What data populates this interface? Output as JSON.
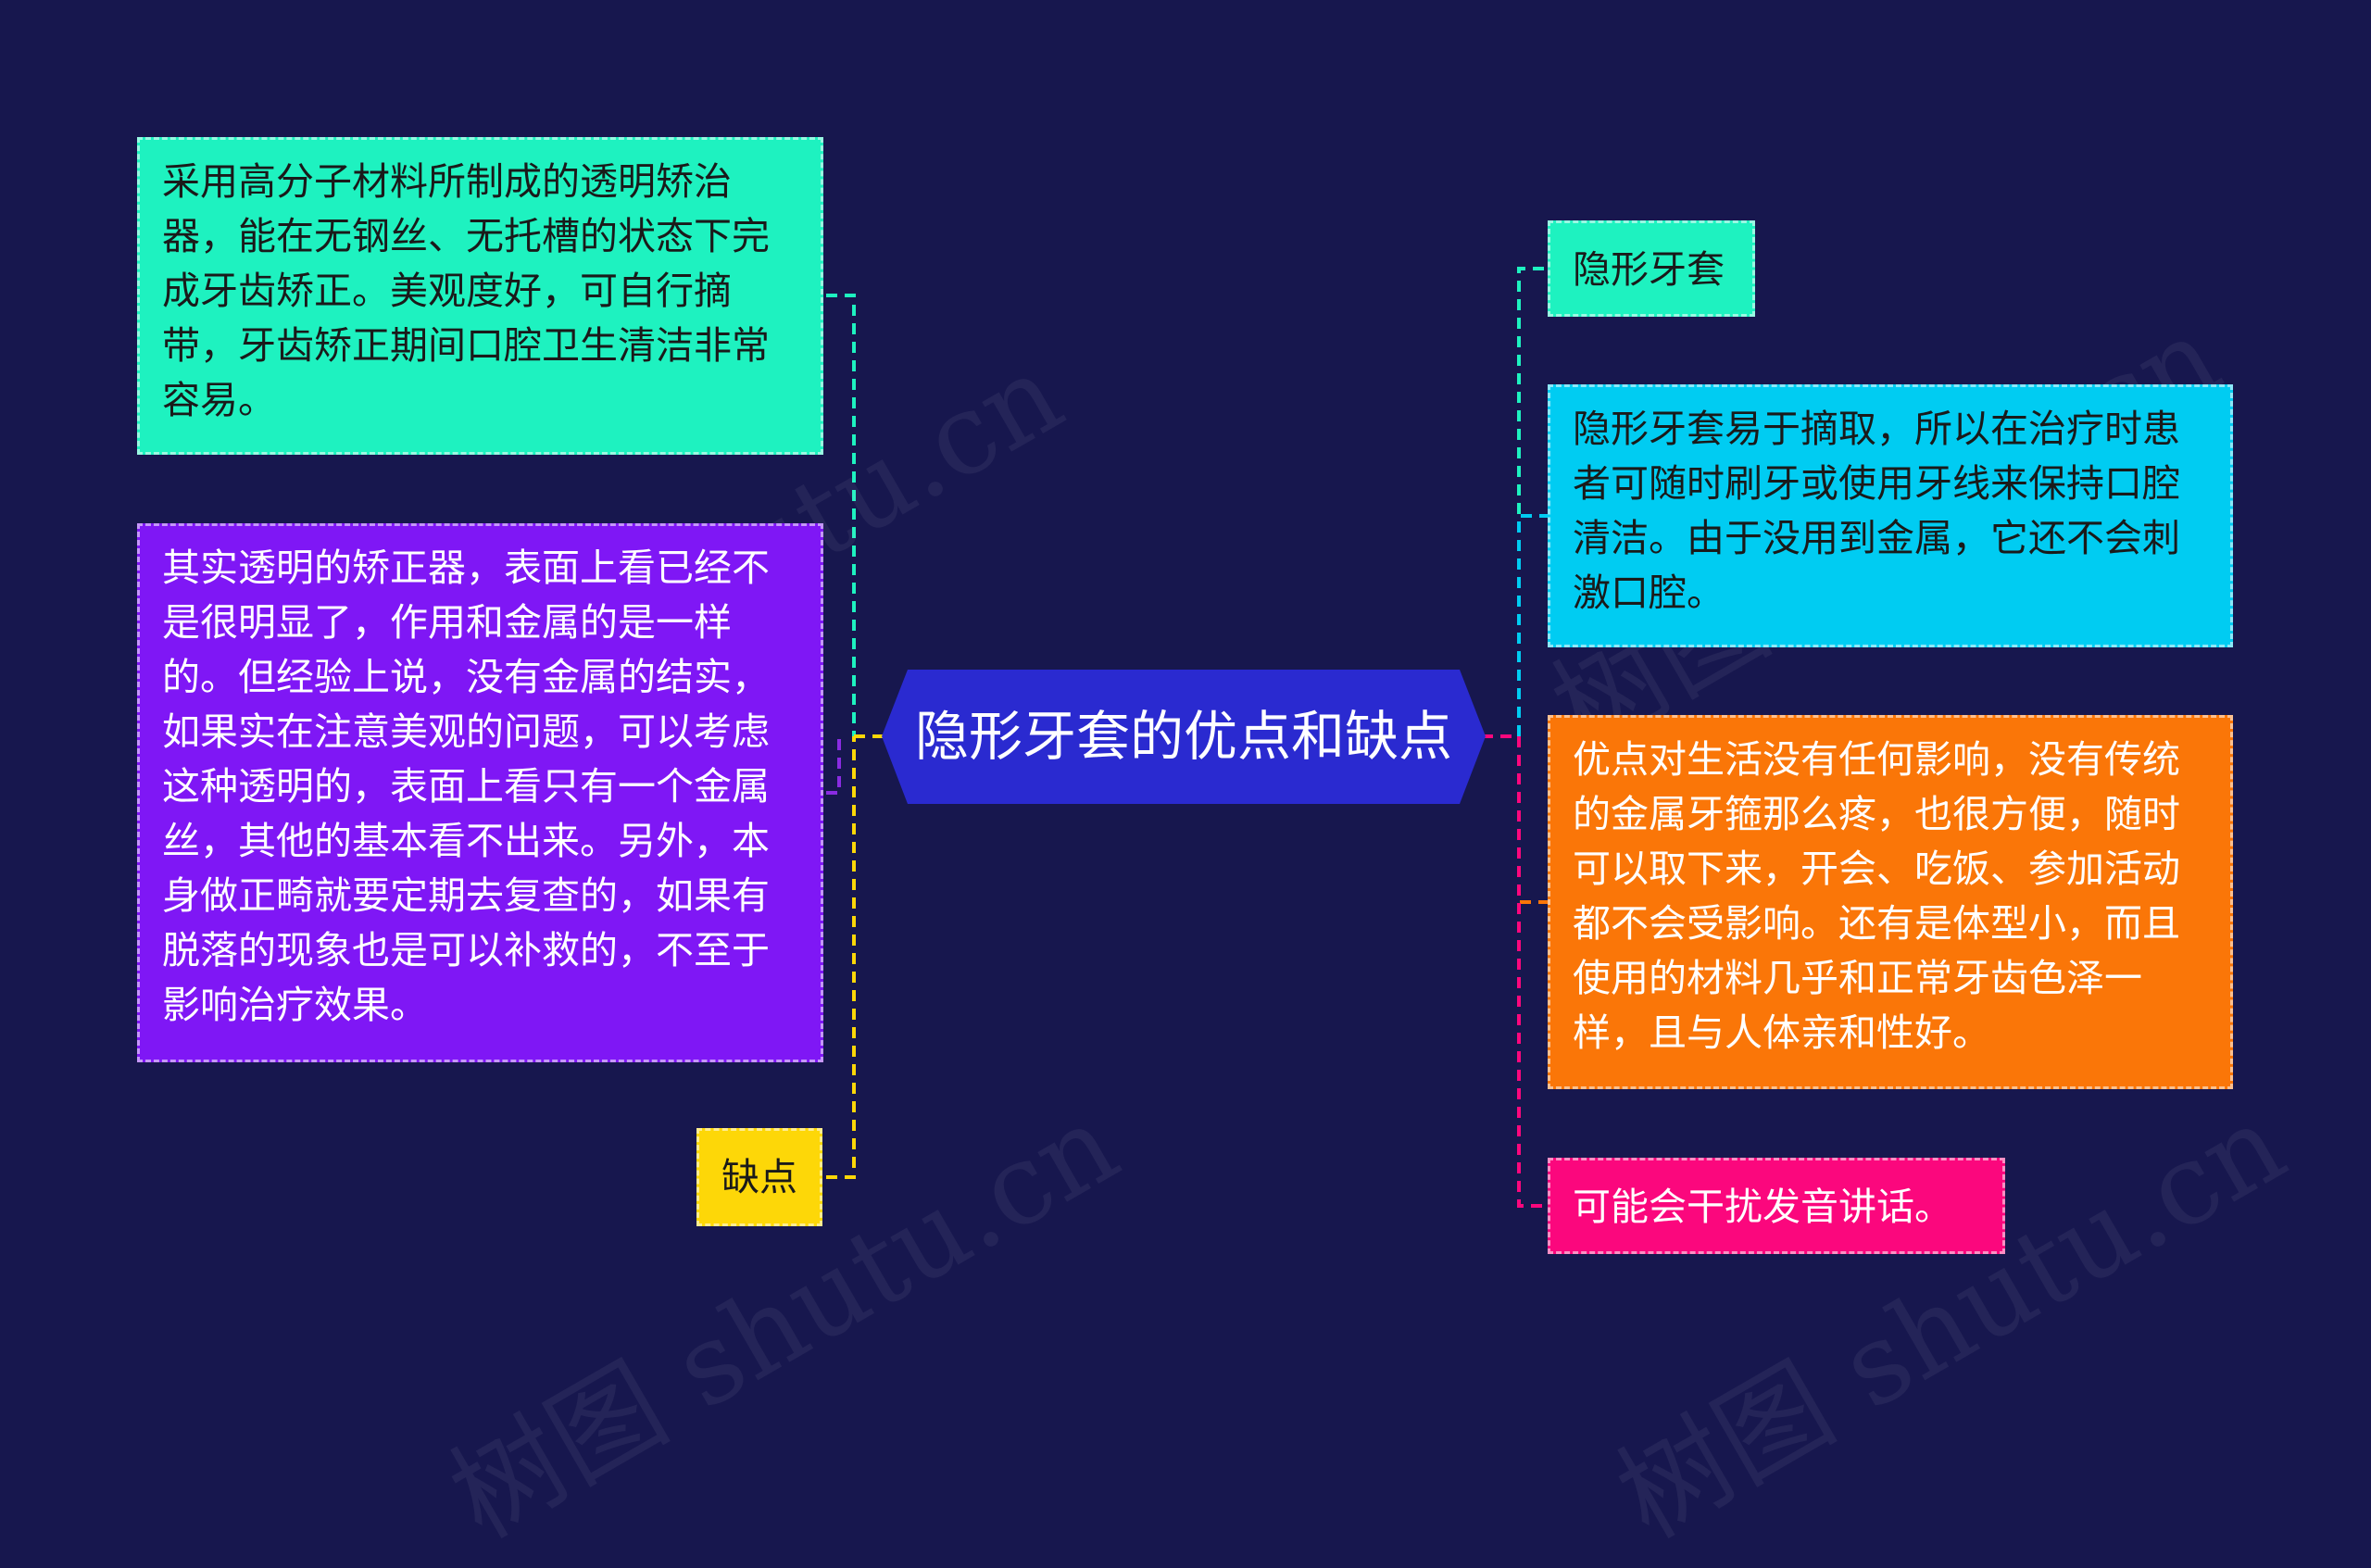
{
  "center": {
    "title": "隐形牙套的优点和缺点"
  },
  "left": [
    {
      "text": "采用高分子材料所制成的透明矫治器，能在无钢丝、无托槽的状态下完成牙齿矫正。美观度好，可自行摘带，牙齿矫正期间口腔卫生清洁非常容易。",
      "color": "#1ef2c0",
      "line": "#1ef2c0"
    },
    {
      "text": "其实透明的矫正器，表面上看已经不是很明显了，作用和金属的是一样的。但经验上说，没有金属的结实，如果实在注意美观的问题，可以考虑这种透明的，表面上看只有一个金属丝，其他的基本看不出来。另外，本身做正畸就要定期去复查的，如果有脱落的现象也是可以补救的，不至于影响治疗效果。",
      "color": "#7f17f5",
      "line": "#8a2be2"
    },
    {
      "text": "缺点",
      "color": "#fdd708",
      "line": "#fdd708"
    }
  ],
  "right": [
    {
      "text": "隐形牙套",
      "color": "#1ef2c0",
      "line": "#1ef2c0"
    },
    {
      "text": "隐形牙套易于摘取，所以在治疗时患者可随时刷牙或使用牙线来保持口腔清洁。由于没用到金属，它还不会刺激口腔。",
      "color": "#00ccf2",
      "line": "#00ccf2"
    },
    {
      "text": "优点对生活没有任何影响，没有传统的金属牙箍那么疼，也很方便，随时可以取下来，开会、吃饭、参加活动都不会受影响。还有是体型小，而且使用的材料几乎和正常牙齿色泽一样，且与人体亲和性好。",
      "color": "#fa7608",
      "line": "#fa7608"
    },
    {
      "text": "可能会干扰发音讲话。",
      "color": "#fb077d",
      "line": "#fb077d"
    }
  ],
  "colors": {
    "background": "#17174e",
    "center_fill": "#2a2ad0"
  }
}
